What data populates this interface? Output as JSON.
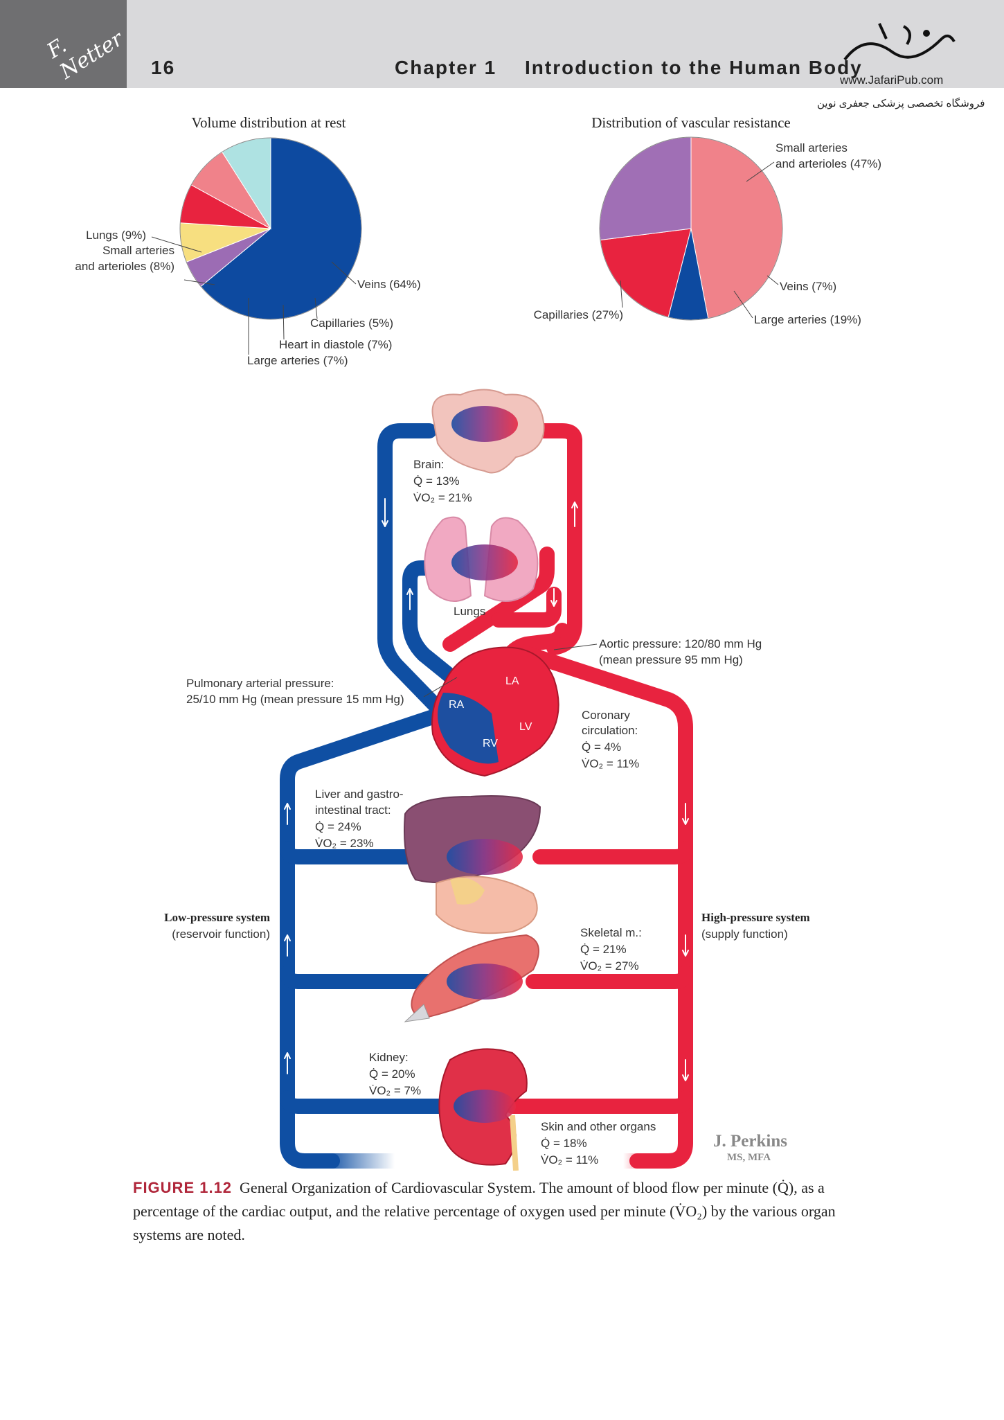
{
  "header": {
    "page_number": "16",
    "chapter_label": "Chapter 1",
    "chapter_title": "Introduction to the Human Body",
    "logo_text": "F. Netter",
    "watermark_url": "www.JafariPub.com",
    "watermark_rtl": "فروشگاه تخصصی پزشکی جعفری نوین",
    "watermark_logo": "جعفری"
  },
  "colors": {
    "header_bg": "#d9d9db",
    "logo_bg": "#6f6f71",
    "arterial_red": "#e8233f",
    "venous_blue": "#0f4fa3",
    "figure_label_red": "#b0263a"
  },
  "chart_data": [
    {
      "type": "pie",
      "title": "Volume distribution at rest",
      "unit": "%",
      "slices": [
        {
          "label": "Veins  (64%)",
          "value": 64,
          "color": "#0d4aa0"
        },
        {
          "label": "Capillaries (5%)",
          "value": 5,
          "color": "#9c6cb4"
        },
        {
          "label": "Heart in diastole (7%)",
          "value": 7,
          "color": "#f7df80"
        },
        {
          "label": "Large arteries (7%)",
          "value": 7,
          "color": "#e8233f"
        },
        {
          "label": "Small arteries\nand arterioles (8%)",
          "value": 8,
          "color": "#f0828a"
        },
        {
          "label": "Lungs (9%)",
          "value": 9,
          "color": "#aee2e2"
        }
      ]
    },
    {
      "type": "pie",
      "title": "Distribution of vascular resistance",
      "unit": "%",
      "slices": [
        {
          "label": "Small arteries\nand arterioles (47%)",
          "value": 47,
          "color": "#f0828a"
        },
        {
          "label": "Veins (7%)",
          "value": 7,
          "color": "#0d4aa0"
        },
        {
          "label": "Large arteries (19%)",
          "value": 19,
          "color": "#e8233f"
        },
        {
          "label": "Capillaries (27%)",
          "value": 27,
          "color": "#a06fb5"
        }
      ]
    }
  ],
  "diagram": {
    "brain": {
      "name": "Brain:",
      "q": "Q̇ = 13%",
      "vo2": "V̇O₂ = 21%"
    },
    "lungs": {
      "name": "Lungs"
    },
    "aortic_pressure": [
      "Aortic pressure: 120/80 mm Hg",
      "(mean pressure 95 mm Hg)"
    ],
    "pulmonary_pressure": [
      "Pulmonary arterial pressure:",
      "25/10 mm Hg (mean pressure 15 mm Hg)"
    ],
    "heart": {
      "la": "LA",
      "lv": "LV",
      "ra": "RA",
      "rv": "RV"
    },
    "coronary": {
      "name1": "Coronary",
      "name2": "circulation:",
      "q": "Q̇ = 4%",
      "vo2": "V̇O₂ = 11%"
    },
    "liver": {
      "name1": "Liver and gastro-",
      "name2": "intestinal tract:",
      "q": "Q̇ = 24%",
      "vo2": "V̇O₂ = 23%"
    },
    "low_pressure": {
      "title": "Low-pressure system",
      "sub": "(reservoir function)"
    },
    "high_pressure": {
      "title": "High-pressure system",
      "sub": "(supply function)"
    },
    "skeletal": {
      "name": "Skeletal m.:",
      "q": "Q̇ = 21%",
      "vo2": "V̇O₂ = 27%"
    },
    "kidney": {
      "name": "Kidney:",
      "q": "Q̇ = 20%",
      "vo2": "V̇O₂ = 7%"
    },
    "skin": {
      "name": "Skin and other organs",
      "q": "Q̇ = 18%",
      "vo2": "V̇O₂ = 11%"
    },
    "signature": {
      "name": "J. Perkins",
      "credentials": "MS, MFA"
    }
  },
  "caption": {
    "label": "FIGURE 1.12",
    "text": "General Organization of Cardiovascular System.  The amount of blood flow per minute (Q̇), as a percentage of the cardiac output, and the relative percentage of oxygen used per minute (V̇O₂) by the various organ systems are noted."
  }
}
